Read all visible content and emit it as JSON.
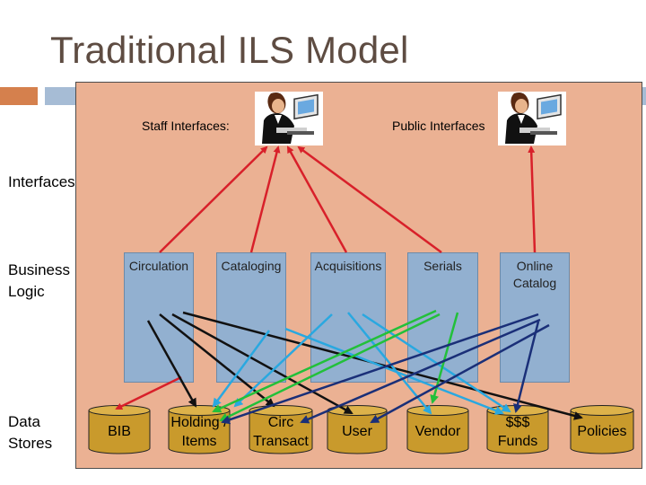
{
  "slide": {
    "title": "Traditional ILS Model"
  },
  "labels": {
    "staff_interfaces": "Staff Interfaces:",
    "public_interfaces": "Public Interfaces",
    "layer_interfaces": "Interfaces",
    "layer_business": "Business Logic",
    "layer_data": "Data Stores"
  },
  "modules": [
    "Circulation",
    "Cataloging",
    "Acquisitions",
    "Serials",
    "Online Catalog"
  ],
  "stores": [
    "BIB",
    "Holding / Items",
    "Circ Transact",
    "User",
    "Vendor",
    "$$$ Funds",
    "Policies"
  ],
  "colors": {
    "panel": "#ebb193",
    "module": "#92b0d0",
    "store": "#c99a2c",
    "arrow_red": "#d8202a",
    "arrow_black": "#111111",
    "arrow_cyan": "#29a8e0",
    "arrow_green": "#22c03a",
    "arrow_navy": "#1a2f78"
  },
  "icons": {
    "staff_user": "person-at-computer-icon",
    "public_user": "person-at-computer-icon"
  }
}
